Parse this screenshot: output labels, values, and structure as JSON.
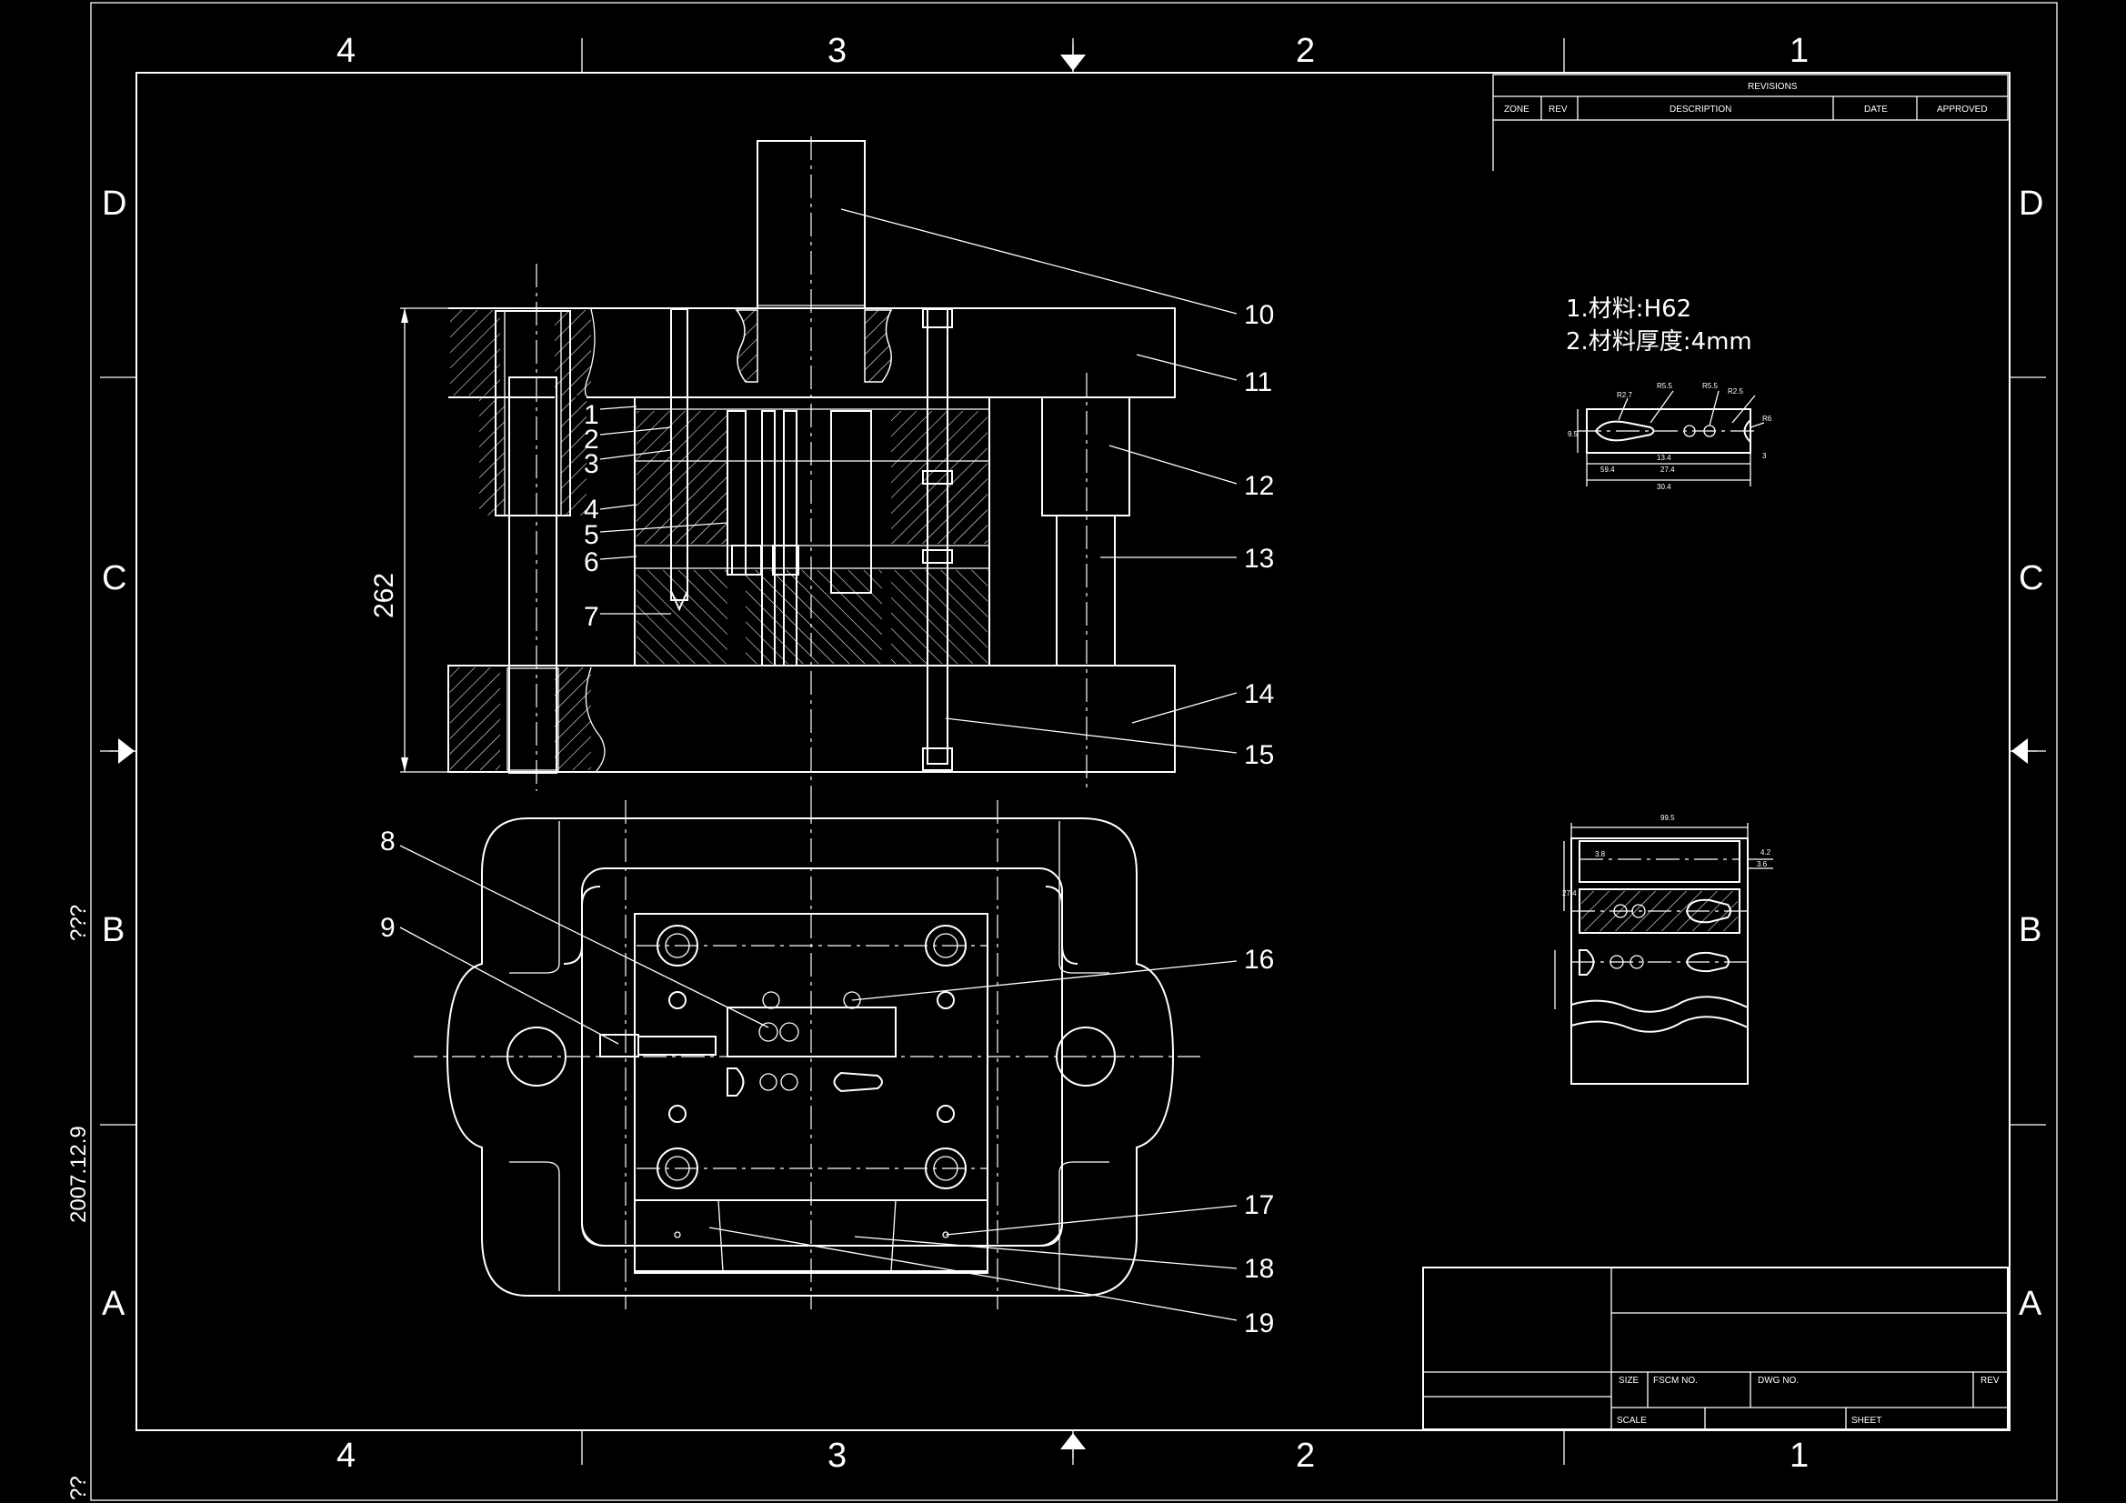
{
  "sheet": {
    "column_zones": [
      "4",
      "3",
      "2",
      "1"
    ],
    "row_zones": [
      "D",
      "C",
      "B",
      "A"
    ],
    "side_texts": [
      "???",
      "2007.12.9",
      "??"
    ]
  },
  "revisions": {
    "title": "REVISIONS",
    "headers": [
      "ZONE",
      "REV",
      "DESCRIPTION",
      "DATE",
      "APPROVED"
    ]
  },
  "notes": [
    "1.材料:H62",
    "2.材料厚度:4mm"
  ],
  "dimension": "262",
  "callouts": [
    "1",
    "2",
    "3",
    "4",
    "5",
    "6",
    "7",
    "8",
    "9",
    "10",
    "11",
    "12",
    "13",
    "14",
    "15",
    "16",
    "17",
    "18",
    "19"
  ],
  "title_block": {
    "size_label": "SIZE",
    "fscm_label": "FSCM NO.",
    "dwg_label": "DWG NO.",
    "rev_label": "REV",
    "scale_label": "SCALE",
    "sheet_label": "SHEET"
  },
  "part_dims": {
    "top": [
      "R2.7",
      "R5.5",
      "R5.5",
      "R2.5",
      "R6",
      "9.5",
      "13.4",
      "27.4",
      "30.4",
      "59.4",
      "3"
    ],
    "strip": [
      "99.5",
      "4.2",
      "3.6",
      "27.4",
      "3.8"
    ]
  }
}
